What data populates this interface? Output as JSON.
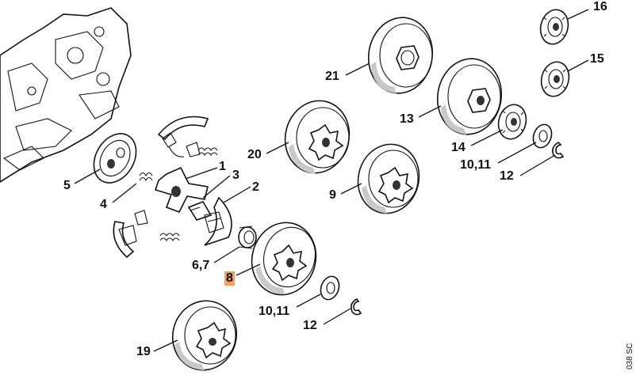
{
  "diagram": {
    "callouts": [
      {
        "id": "c16",
        "label": "16"
      },
      {
        "id": "c15",
        "label": "15"
      },
      {
        "id": "c21",
        "label": "21"
      },
      {
        "id": "c13",
        "label": "13"
      },
      {
        "id": "c14",
        "label": "14"
      },
      {
        "id": "c10_11_top",
        "label": "10,11"
      },
      {
        "id": "c12_top",
        "label": "12"
      },
      {
        "id": "c20",
        "label": "20"
      },
      {
        "id": "c9",
        "label": "9"
      },
      {
        "id": "c1",
        "label": "1"
      },
      {
        "id": "c3",
        "label": "3"
      },
      {
        "id": "c2",
        "label": "2"
      },
      {
        "id": "c5",
        "label": "5"
      },
      {
        "id": "c4",
        "label": "4"
      },
      {
        "id": "c6_7",
        "label": "6,7"
      },
      {
        "id": "c8",
        "label": "8",
        "highlight": true,
        "highlight_color": "#f0a060"
      },
      {
        "id": "c10_11_bot",
        "label": "10,11"
      },
      {
        "id": "c12_bot",
        "label": "12"
      },
      {
        "id": "c19",
        "label": "19"
      }
    ],
    "drawing_code": "038 SC"
  }
}
